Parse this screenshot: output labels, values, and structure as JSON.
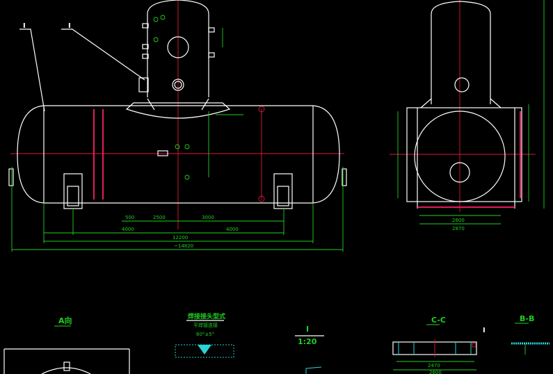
{
  "drawing": {
    "background": "#000000",
    "colors": {
      "outline": "#ffffff",
      "dimension": "#1fd11f",
      "centerline": "#e0163a",
      "pipe": "#ff1e6e",
      "weld": "#28d6d6"
    },
    "front_view": {
      "detail_markers": [
        "I",
        "I"
      ],
      "overall_dims": [
        "~14820",
        "12200",
        "4000",
        "4000",
        "2500",
        "3000",
        "500"
      ]
    },
    "side_view": {
      "dims": [
        "2600",
        "2870"
      ]
    },
    "sections": {
      "view_a": "A向",
      "weld_title": "焊接接头型式",
      "weld_subtitle": "平焊接连接",
      "weld_angle": "60°±5°",
      "detail_i": "I",
      "detail_scale": "1:20",
      "section_cc": "C-C",
      "section_bb": "B-B",
      "cc_marker": "I",
      "cc_dims": [
        "2470",
        "2600"
      ]
    }
  }
}
